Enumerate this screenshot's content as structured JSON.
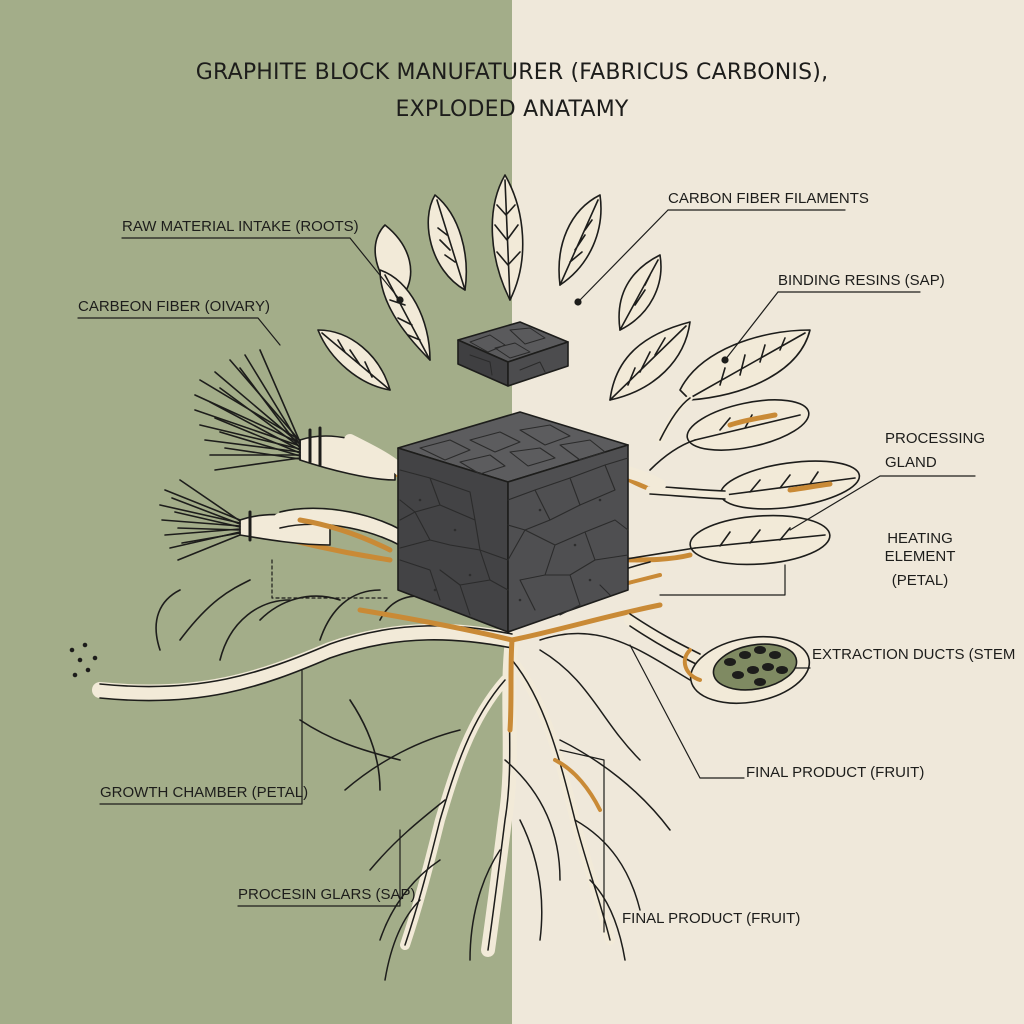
{
  "title": {
    "line1": "GRAPHITE BLOCK MANUFATURER (FABRICUS CARBONIS),",
    "line2": "EXPLODED ANATAMY"
  },
  "labels": {
    "raw_material_intake": "RAW MATERIAL INTAKE (ROOTS)",
    "carbeon_fiber": "CARBEON FIBER (OIVARY)",
    "carbon_fiber_filaments": "CARBON FIBER FILAMENTS",
    "binding_resins": "BINDING RESINS (SAP)",
    "processing_gland_line1": "PROCESSING",
    "processing_gland_line2": "GLAND",
    "heating_element_line1": "HEATING ELEMENT",
    "heating_element_line2": "(PETAL)",
    "extraction_ducts": "EXTRACTION DUCTS (STEM",
    "final_product_upper": "FINAL PRODUCT (FRUIT)",
    "growth_chamber": "GROWTH CHAMBER (PETAL)",
    "procesin_glars": "PROCESIN GLARS (SAP)",
    "final_product_lower": "FINAL PRODUCT (FRUIT)"
  },
  "colors": {
    "left_background": "#a3ad89",
    "right_background": "#efe8da",
    "graphite": "#4a4a4c",
    "sap_orange": "#c98a36",
    "cream_fill": "#f2ead8",
    "ink": "#1d1d1b"
  }
}
